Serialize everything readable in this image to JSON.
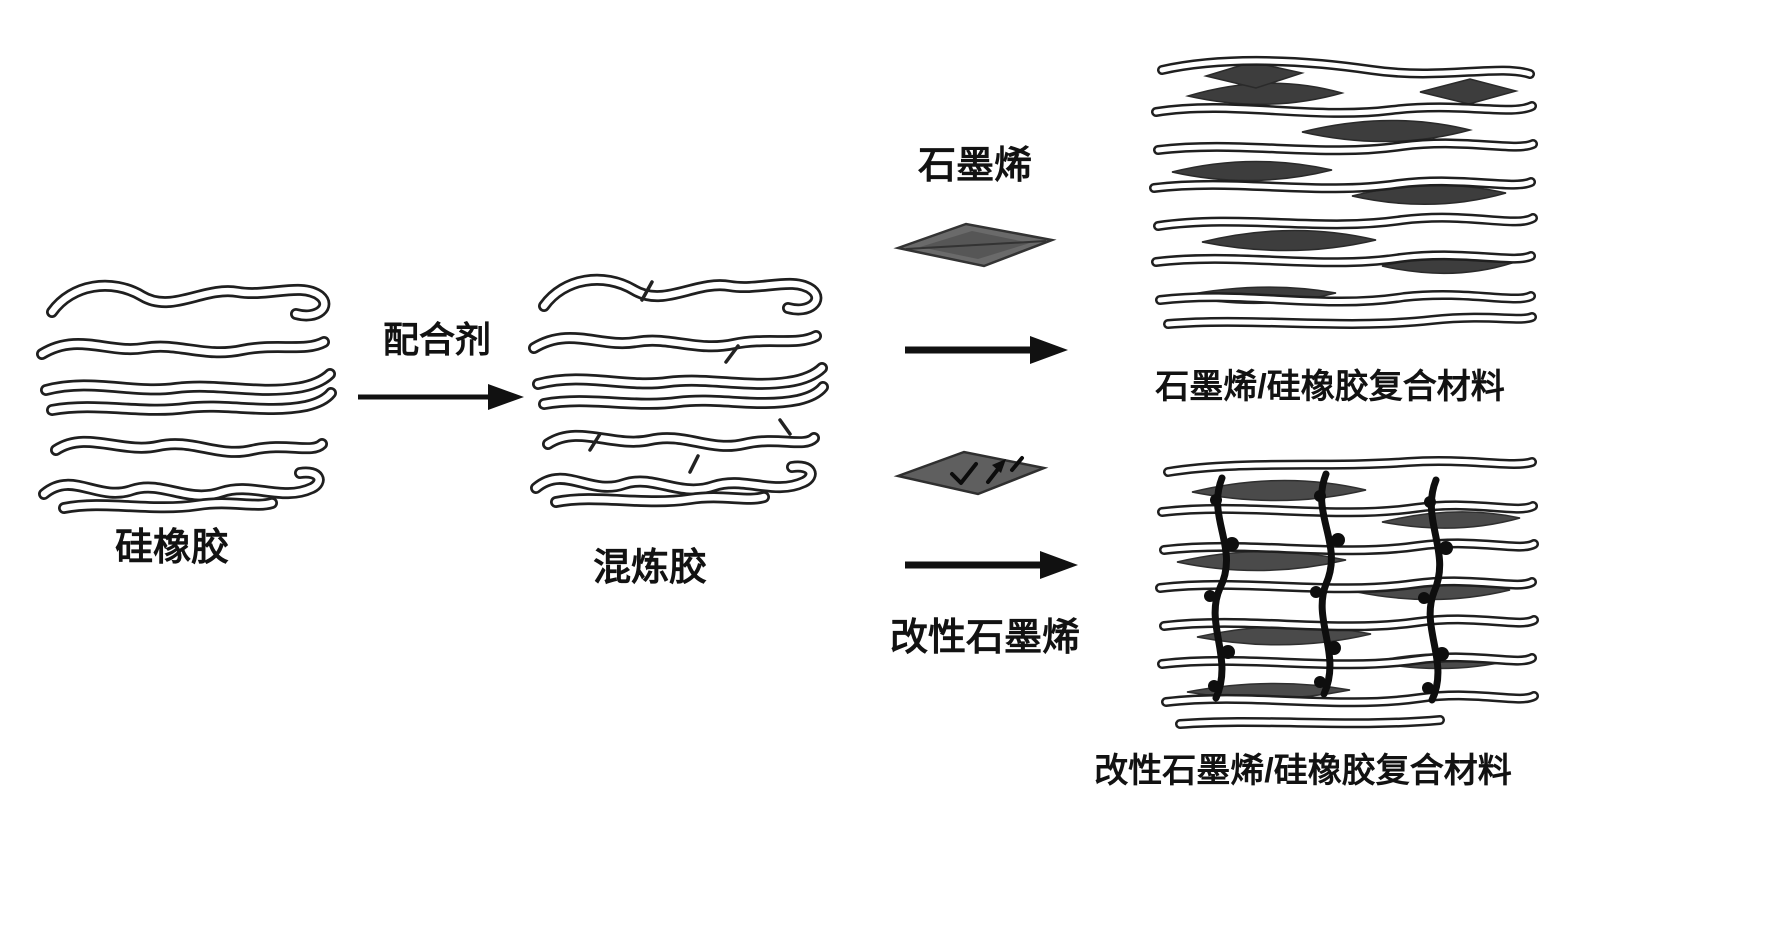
{
  "page": {
    "background": "#ffffff"
  },
  "colors": {
    "ink": "#1f1f1f",
    "arrow": "#111111",
    "graphene_platelet": "#6a6a6a",
    "composite_platelet": "#3d3d3d",
    "modified_chain": "#0e0e0e"
  },
  "diagram": {
    "type": "process-flow",
    "nodes": [
      {
        "id": "silicone-rubber",
        "label": "硅橡胶"
      },
      {
        "id": "mixed-rubber",
        "label": "混炼胶"
      },
      {
        "id": "graphene-composite",
        "label": "石墨烯/硅橡胶复合材料"
      },
      {
        "id": "modified-graphene-composite",
        "label": "改性石墨烯/硅橡胶复合材料"
      }
    ],
    "edges": [
      {
        "from": "silicone-rubber",
        "to": "mixed-rubber",
        "label": "配合剂"
      },
      {
        "from": "mixed-rubber",
        "to": "graphene-composite",
        "label": "石墨烯"
      },
      {
        "from": "mixed-rubber",
        "to": "modified-graphene-composite",
        "label": "改性石墨烯"
      }
    ],
    "icons": [
      {
        "id": "graphene-platelet",
        "meaning": "graphene sheet (gray rhombic platelet)"
      },
      {
        "id": "modified-graphene-platelet",
        "meaning": "surface-modified graphene sheet (gray platelet with modification marks)"
      }
    ]
  }
}
